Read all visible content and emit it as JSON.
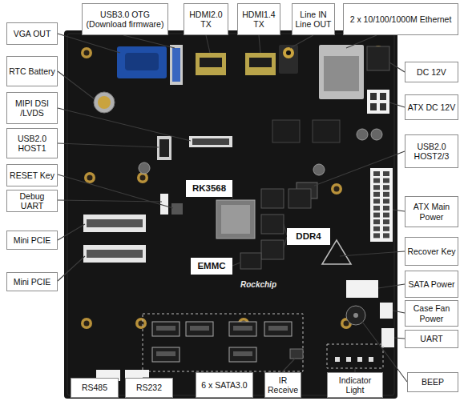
{
  "diagram": {
    "nodes": [
      {
        "text": [
          "VGA OUT"
        ]
      },
      {
        "text": [
          "USB3.0 OTG (Download firmware)"
        ]
      },
      {
        "text": [
          "HDMI2.0 TX"
        ]
      },
      {
        "text": [
          "HDMI1.4 TX"
        ]
      },
      {
        "text": [
          "Line IN Line OUT"
        ]
      },
      {
        "text": [
          "2 x 10/100/1000M Ethernet"
        ]
      },
      {
        "text": [
          "RTC Battery"
        ]
      },
      {
        "text": [
          "DC 12V"
        ]
      },
      {
        "text": [
          "MIPI DSI /LVDS"
        ]
      },
      {
        "text": [
          "ATX DC 12V"
        ]
      },
      {
        "text": [
          "USB2.0 HOST1"
        ]
      },
      {
        "text": [
          "USB2.0 HOST2/3"
        ]
      },
      {
        "text": [
          "RESET Key"
        ]
      },
      {
        "text": [
          "Debug UART"
        ]
      },
      {
        "text": [
          "RK3568"
        ]
      },
      {
        "text": [
          "ATX Main Power"
        ]
      },
      {
        "text": [
          "Mini PCIE"
        ]
      },
      {
        "text": [
          "DDR4"
        ]
      },
      {
        "text": [
          "Recover Key"
        ]
      },
      {
        "text": [
          "EMMC"
        ]
      },
      {
        "text": [
          "Mini PCIE"
        ]
      },
      {
        "text": [
          "SATA Power"
        ]
      },
      {
        "text": [
          "Case Fan Power"
        ]
      },
      {
        "text": [
          "UART"
        ]
      },
      {
        "text": [
          "RS485"
        ]
      },
      {
        "text": [
          "RS232"
        ]
      },
      {
        "text": [
          "6 x SATA3.0"
        ]
      },
      {
        "text": [
          "IR Receive"
        ]
      },
      {
        "text": [
          "Indicator Light"
        ]
      },
      {
        "text": [
          "BEEP"
        ]
      }
    ],
    "labels": [
      "Rockchip"
    ]
  }
}
